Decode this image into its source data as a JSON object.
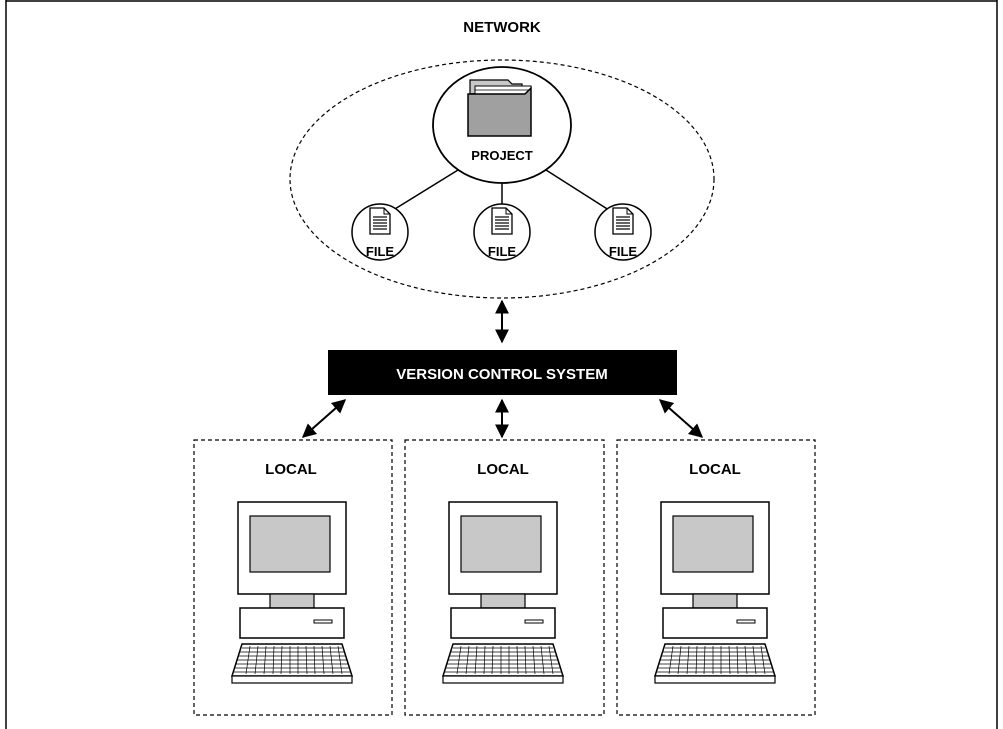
{
  "network": {
    "label": "NETWORK"
  },
  "project": {
    "label": "PROJECT",
    "files": [
      "FILE",
      "FILE",
      "FILE"
    ]
  },
  "vcs": {
    "label": "VERSION CONTROL SYSTEM"
  },
  "locals": [
    {
      "label": "LOCAL"
    },
    {
      "label": "LOCAL"
    },
    {
      "label": "LOCAL"
    }
  ],
  "colors": {
    "line": "#000000",
    "vcs_fill": "#000000",
    "vcs_text": "#ffffff",
    "screen": "#c8c8c8",
    "folder": "#a0a0a0"
  }
}
